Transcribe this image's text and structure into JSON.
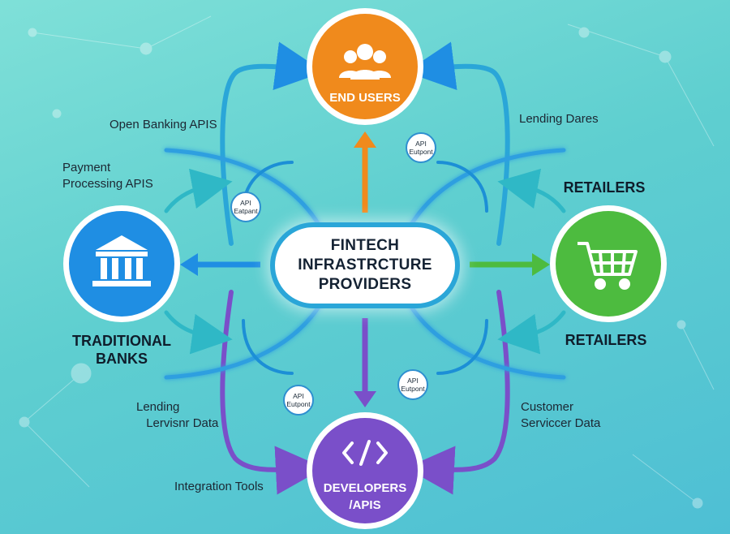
{
  "center": {
    "lines": [
      "FINTECH",
      "INFRASTRCTURE",
      "PROVIDERS"
    ]
  },
  "nodes": {
    "end_users": {
      "label": "END USERS",
      "color": "#f08a1c",
      "icon": "users-icon"
    },
    "banks": {
      "label_lines": [
        "TRADITIONAL",
        "BANKS"
      ],
      "color": "#1f8ee3",
      "icon": "bank-icon"
    },
    "retailers": {
      "label_top": "RETAILERS",
      "label_bottom": "RETAILERS",
      "color": "#4dbb3f",
      "icon": "shopping-cart-icon"
    },
    "developers": {
      "label_lines": [
        "DEVELOPERS",
        "/APIS"
      ],
      "color": "#7a4fc9",
      "icon": "code-icon"
    }
  },
  "labels": {
    "open_banking": "Open Banking APIS",
    "payment_lines": [
      "Payment",
      "Processing APIS"
    ],
    "lending_dares": "Lending Dares",
    "lending_lines": [
      "Lending",
      "Lervisnr Data"
    ],
    "customer_lines": [
      "Customer",
      "Serviccer Data"
    ],
    "integration": "Integration Tools"
  },
  "api_badges": [
    {
      "line1": "API",
      "line2": "Eutpont"
    },
    {
      "line1": "API",
      "line2": "Eatpant"
    },
    {
      "line1": "API",
      "line2": "Eutpont"
    },
    {
      "line1": "API",
      "line2": "Eutpont"
    }
  ]
}
